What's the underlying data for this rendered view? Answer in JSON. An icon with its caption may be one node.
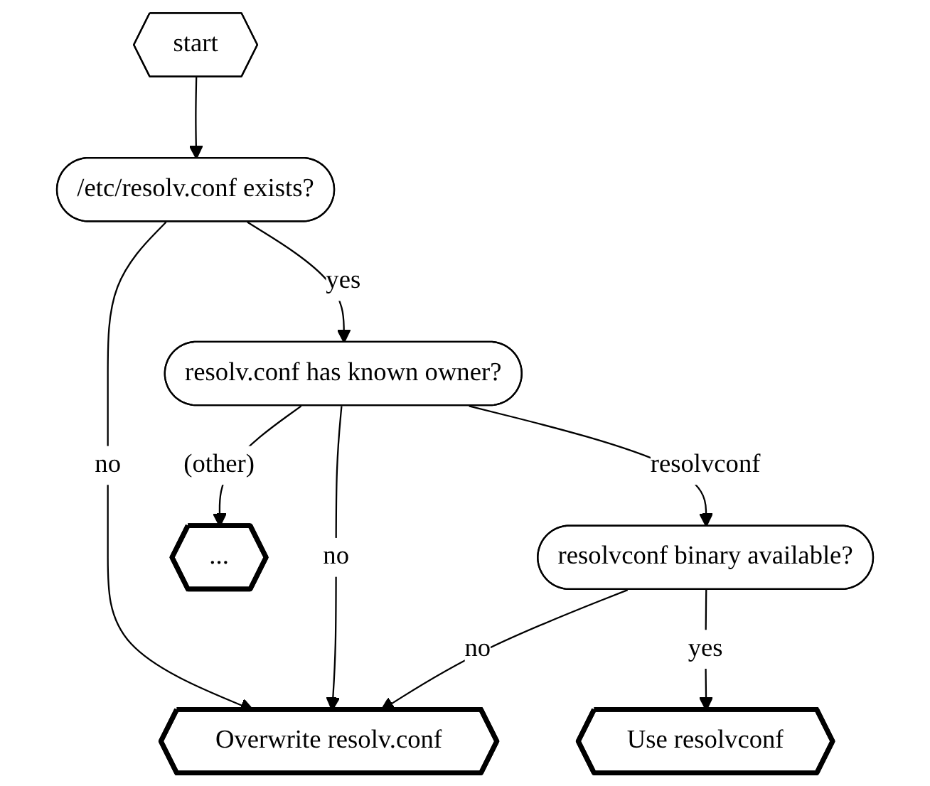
{
  "diagram": {
    "nodes": [
      {
        "text": [
          "start"
        ]
      },
      {
        "text": [
          "/etc/resolv.conf exists?"
        ]
      },
      {
        "text": [
          "resolv.conf has known owner?"
        ]
      },
      {
        "text": [
          "resolvconf binary available?"
        ]
      },
      {
        "text": [
          "Overwrite resolv.conf"
        ]
      },
      {
        "text": [
          "Use resolvconf"
        ]
      },
      {
        "text": [
          "..."
        ]
      }
    ],
    "edges": [
      {
        "from": 0,
        "to": 1,
        "arrow": "to"
      },
      {
        "from": 1,
        "to": 2,
        "arrow": "to",
        "label": "yes"
      },
      {
        "from": 1,
        "to": 4,
        "arrow": "to",
        "label": "no"
      },
      {
        "from": 2,
        "to": 3,
        "arrow": "to",
        "label": "resolvconf"
      },
      {
        "from": 2,
        "to": 4,
        "arrow": "to",
        "label": "no"
      },
      {
        "from": 2,
        "to": 6,
        "arrow": "to",
        "label": "(other)"
      },
      {
        "from": 3,
        "to": 4,
        "arrow": "to",
        "label": "no"
      },
      {
        "from": 3,
        "to": 5,
        "arrow": "to",
        "label": "yes"
      }
    ]
  }
}
